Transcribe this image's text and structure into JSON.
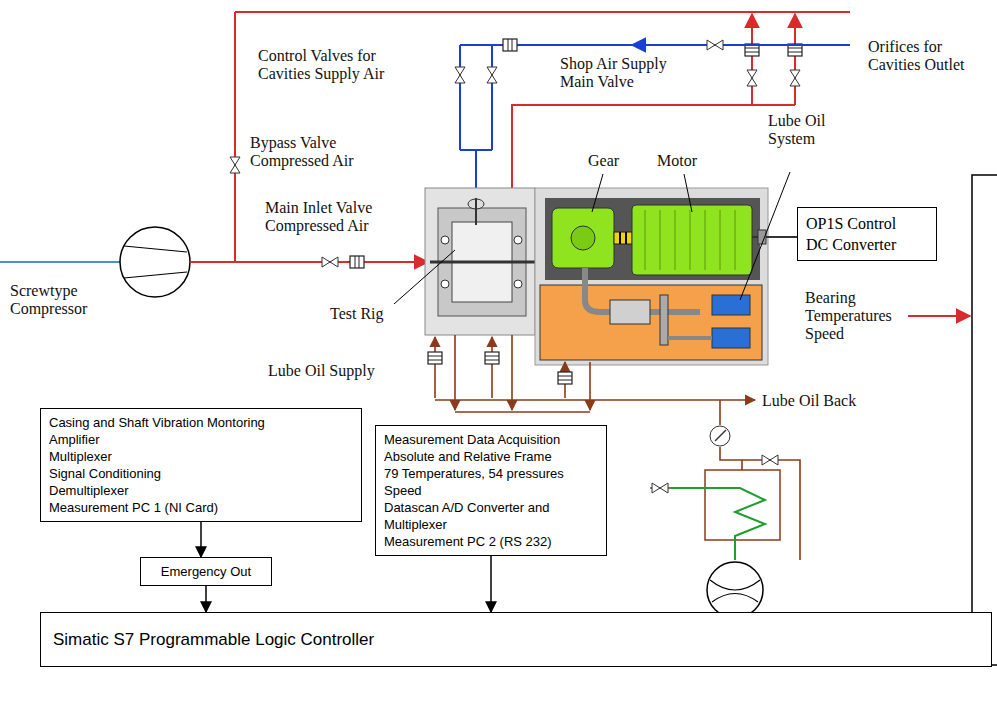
{
  "diagram": {
    "nodes": [
      {
        "text": [
          "OP1S Control",
          "DC Converter"
        ]
      },
      {
        "text": [
          "Casing and Shaft Vibration Montoring",
          "Amplifier",
          "Multiplexer",
          "Signal Conditioning",
          "Demultiplexer",
          "Measurement PC 1 (NI Card)"
        ]
      },
      {
        "text": [
          "Measurement Data Acquisition",
          "Absolute and Relative Frame",
          "79 Temperatures, 54 pressures",
          "Speed",
          "Datascan A/D Converter and Multiplexer",
          "Measurement PC 2 (RS 232)"
        ]
      },
      {
        "text": [
          "Emergency Out"
        ]
      },
      {
        "text": [
          "Simatic S7 Programmable Logic Controller"
        ]
      }
    ],
    "edges": [
      {
        "from": 1,
        "to": 3,
        "arrow": "to"
      },
      {
        "from": 3,
        "to": 4,
        "arrow": "to"
      },
      {
        "from": 2,
        "to": 4,
        "arrow": "to"
      }
    ],
    "labels": [
      "Control Valves for Cavities Supply Air",
      "Shop Air Supply Main Valve",
      "Orifices for Cavities Outlet",
      "Bypass Valve Compressed Air",
      "Main Inlet Valve Compressed Air",
      "Gear",
      "Motor",
      "Lube Oil System",
      "Screwtype Compressor",
      "Test Rig",
      "Bearing Temperatures Speed",
      "Lube Oil Supply",
      "Lube Oil Back"
    ]
  }
}
